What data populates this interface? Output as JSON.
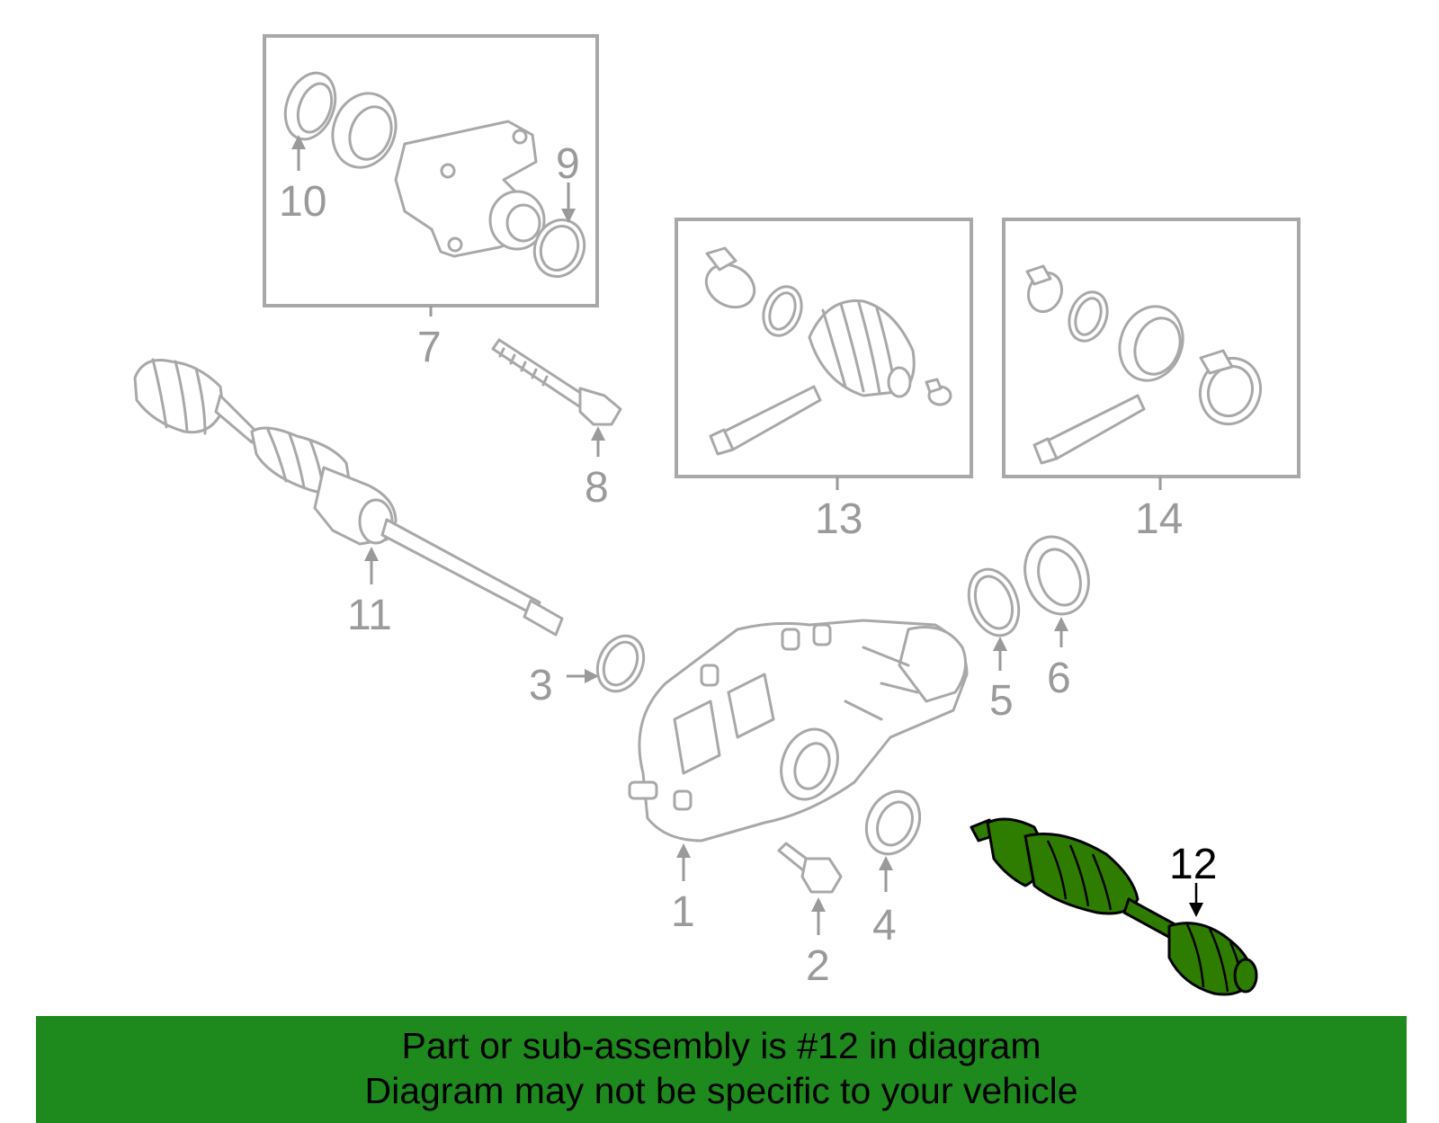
{
  "labels": {
    "p1": "1",
    "p2": "2",
    "p3": "3",
    "p4": "4",
    "p5": "5",
    "p6": "6",
    "p7": "7",
    "p8": "8",
    "p9": "9",
    "p10": "10",
    "p11": "11",
    "p12": "12",
    "p13": "13",
    "p14": "14"
  },
  "highlight": {
    "part": "12",
    "color": "#2e7d00"
  },
  "banner": {
    "line1": "Part or sub-assembly is #12 in diagram",
    "line2": "Diagram may not be specific to your vehicle",
    "color": "#1e8a1e"
  }
}
